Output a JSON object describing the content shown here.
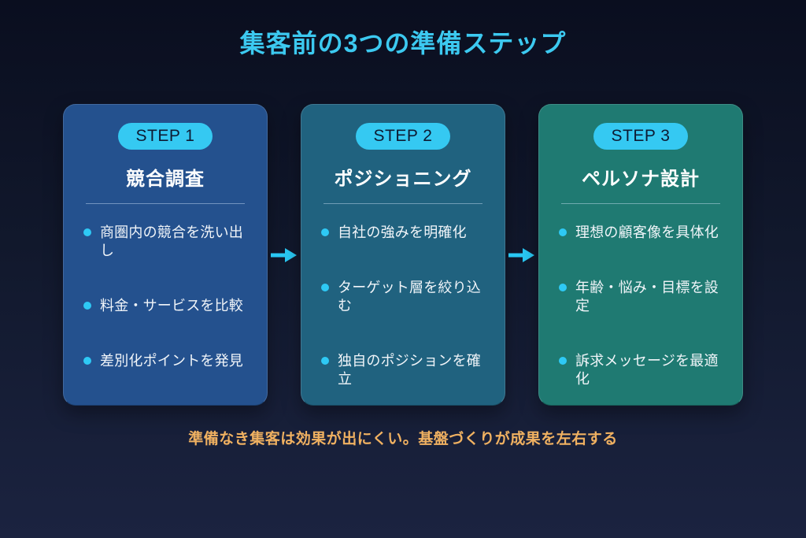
{
  "page": {
    "title": "集客前の3つの準備ステップ",
    "footer_note": "準備なき集客は効果が出にくい。基盤づくりが成果を左右する"
  },
  "steps": [
    {
      "badge": "STEP 1",
      "title": "競合調査",
      "items": [
        "商圏内の競合を洗い出し",
        "料金・サービスを比較",
        "差別化ポイントを発見"
      ]
    },
    {
      "badge": "STEP 2",
      "title": "ポジショニング",
      "items": [
        "自社の強みを明確化",
        "ターゲット層を絞り込む",
        "独自のポジションを確立"
      ]
    },
    {
      "badge": "STEP 3",
      "title": "ペルソナ設計",
      "items": [
        "理想の顧客像を具体化",
        "年齢・悩み・目標を設定",
        "訴求メッセージを最適化"
      ]
    }
  ],
  "colors": {
    "background_top": "#0a0e1f",
    "background_bottom": "#1b2340",
    "title_text": "#3cc9f0",
    "badge_background": "#35c9f2",
    "badge_text": "#0d1b33",
    "card1_background": "#24518e",
    "card2_background": "#20627f",
    "card3_background": "#1f7a72",
    "bullet_dot": "#2ec9f5",
    "arrow": "#29c8f4",
    "footer_text": "#f0b161"
  }
}
